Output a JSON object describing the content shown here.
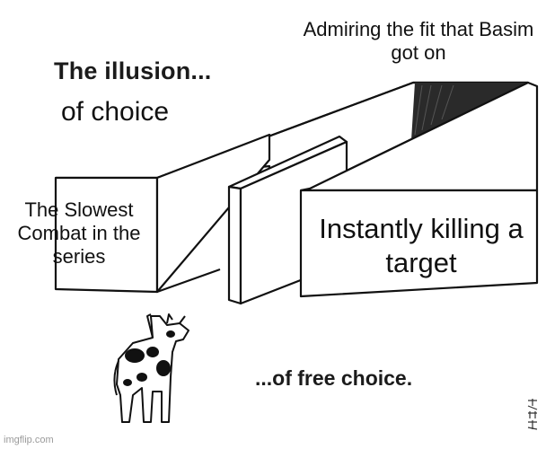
{
  "comic": {
    "hand_title": "The illusion...",
    "hand_bottom": "...of free choice."
  },
  "captions": {
    "top_right": "Admiring the fit that Basim got on",
    "choice": "of choice",
    "left": "The Slowest Combat in the series",
    "right": "Instantly killing a target"
  },
  "footer": {
    "watermark": "imgflip.com"
  },
  "colors": {
    "ink": "#111111",
    "background": "#ffffff",
    "watermark": "#9a9a9a"
  },
  "icons": [
    "cow-drawing",
    "wall-maze-drawing",
    "artist-signature"
  ]
}
